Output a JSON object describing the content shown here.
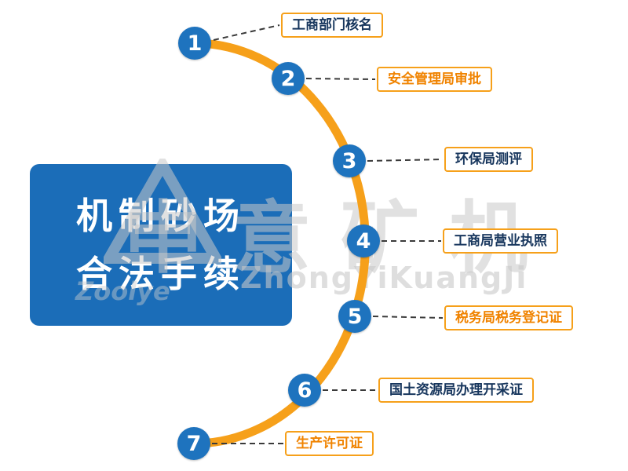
{
  "title": {
    "line1": "机制砂场",
    "line2": "合法手续"
  },
  "watermark": {
    "logo": "triangle-logo",
    "text": "中意矿机",
    "subtext": "ZhongYiKuangJi",
    "small_text": "Zoolye"
  },
  "steps": [
    {
      "number": "1",
      "label": "工商部门核名",
      "label_color": "#17365d"
    },
    {
      "number": "2",
      "label": "安全管理局审批",
      "label_color": "#f08300"
    },
    {
      "number": "3",
      "label": "环保局测评",
      "label_color": "#17365d"
    },
    {
      "number": "4",
      "label": "工商局营业执照",
      "label_color": "#17365d"
    },
    {
      "number": "5",
      "label": "税务局税务登记证",
      "label_color": "#f08300"
    },
    {
      "number": "6",
      "label": "国土资源局办理开采证",
      "label_color": "#17365d"
    },
    {
      "number": "7",
      "label": "生产许可证",
      "label_color": "#f08300"
    }
  ],
  "colors": {
    "title_background": "#1b6db8",
    "circle_blue": "#1e73be",
    "arc_orange": "#f6a01a",
    "label_border_orange": "#f6a01a",
    "navy_text": "#17365d",
    "orange_text": "#f08300",
    "connector_gray": "#3a3a3a"
  }
}
